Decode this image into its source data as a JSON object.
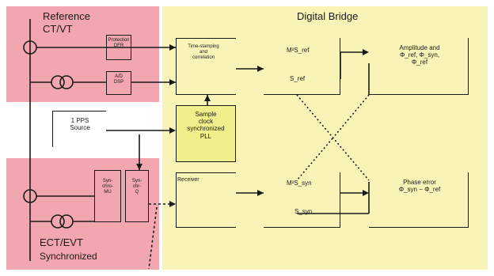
{
  "colors": {
    "reference_region": "#f2a6b0",
    "synchronized_region": "#f2a6b0",
    "bridge_region": "#f8f4b8",
    "clock_fill": "#efef8c",
    "wire": "#1a1a1a"
  },
  "regions": {
    "reference_title": "Reference",
    "reference_subtitle": "CT/VT",
    "bridge_title": "Digital Bridge",
    "synchronized_title": "ECT/EVT",
    "synchronized_subtitle": "Synchronized"
  },
  "blocks": {
    "ref_upper_module": "Protection\nDFR",
    "ref_lower_module": "A/D\nDSP",
    "pps_source": "1 PPS\nSource",
    "sync_left_module": "Syn-\nchro-\nMU",
    "sync_right_module": "Syn-\nchr-\nQ",
    "time_stamp_block": "Time-stamping\nand\ncorrelation",
    "sample_clock_block": "Sample\nclock\nsynchronized\nPLL",
    "receiver_block": "Receiver",
    "upper_mux_input_top": "M²S_ref",
    "upper_mux_input_bottom": "S_ref",
    "lower_mux_input_top": "M²S_syn",
    "lower_mux_input_bottom": "S_syn",
    "amplitude_block": "Amplitude and\nΦ_ref, Φ_syn,\nΦ_ref",
    "phase_block": "Phase error\nΦ_syn − Φ_ref"
  }
}
